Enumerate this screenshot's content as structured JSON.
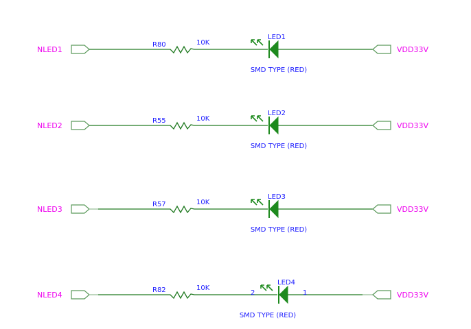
{
  "schematic": {
    "colors": {
      "net_label": "#ee00ee",
      "ref_text": "#1a1aff",
      "wire": "#217a21",
      "component": "#1e8a1e"
    },
    "rows": [
      {
        "left_net": "NLED1",
        "resistor_ref": "R80",
        "resistor_value": "10K",
        "led_ref": "LED1",
        "led_desc": "SMD TYPE (RED)",
        "right_net": "VDD33V",
        "pin_left": "",
        "pin_right": ""
      },
      {
        "left_net": "NLED2",
        "resistor_ref": "R55",
        "resistor_value": "10K",
        "led_ref": "LED2",
        "led_desc": "SMD TYPE (RED)",
        "right_net": "VDD33V",
        "pin_left": "",
        "pin_right": ""
      },
      {
        "left_net": "NLED3",
        "resistor_ref": "R57",
        "resistor_value": "10K",
        "led_ref": "LED3",
        "led_desc": "SMD TYPE (RED)",
        "right_net": "VDD33V",
        "pin_left": "",
        "pin_right": ""
      },
      {
        "left_net": "NLED4",
        "resistor_ref": "R82",
        "resistor_value": "10K",
        "led_ref": "LED4",
        "led_desc": "SMD TYPE (RED)",
        "right_net": "VDD33V",
        "pin_left": "2",
        "pin_right": "1"
      }
    ]
  }
}
